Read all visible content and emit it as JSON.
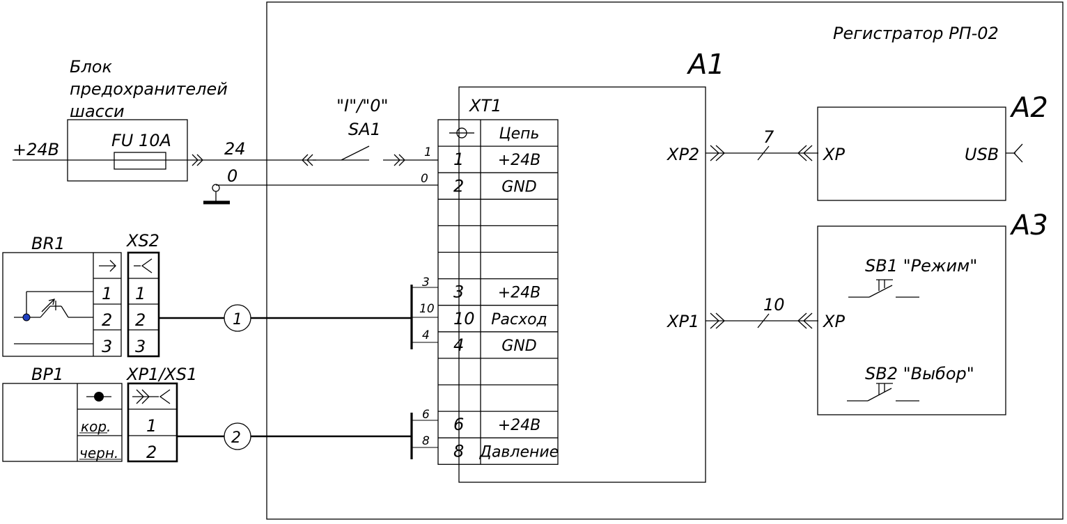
{
  "device": {
    "title": "Регистратор РП-02",
    "a1": "A1",
    "a2": "A2",
    "a3": "A3"
  },
  "fuse_block": {
    "title_lines": [
      "Блок",
      "предохранителей",
      "шасси"
    ],
    "fuse_label": "FU 10A",
    "supply": "+24В"
  },
  "wires": {
    "w24": "24",
    "w0": "0",
    "n7": "7",
    "n10": "10"
  },
  "switch": {
    "states": "\"I\"/\"0\"",
    "name": "SA1",
    "pin1": "1",
    "pin0": "0"
  },
  "xt1": {
    "name": "XT1",
    "header": "Цепь",
    "rows": [
      {
        "num": "1",
        "circuit": "+24В"
      },
      {
        "num": "2",
        "circuit": "GND"
      },
      {
        "num": "",
        "circuit": ""
      },
      {
        "num": "",
        "circuit": ""
      },
      {
        "num": "",
        "circuit": ""
      },
      {
        "num": "3",
        "circuit": "+24В"
      },
      {
        "num": "10",
        "circuit": "Расход"
      },
      {
        "num": "4",
        "circuit": "GND"
      },
      {
        "num": "",
        "circuit": ""
      },
      {
        "num": "",
        "circuit": ""
      },
      {
        "num": "6",
        "circuit": "+24В"
      },
      {
        "num": "8",
        "circuit": "Давление"
      }
    ],
    "bus1_pins": [
      "3",
      "10",
      "4"
    ],
    "bus2_pins": [
      "6",
      "8"
    ]
  },
  "xp2": {
    "label": "XP2"
  },
  "xp1": {
    "label": "XP1"
  },
  "a2_block": {
    "xp": "XP",
    "usb": "USB"
  },
  "a3_block": {
    "xp": "XP",
    "sb1": "SB1 \"Режим\"",
    "sb2": "SB2 \"Выбор\""
  },
  "br1": {
    "name": "BR1",
    "pins": [
      "1",
      "2",
      "3"
    ]
  },
  "xs2": {
    "name": "XS2",
    "pins": [
      "1",
      "2",
      "3"
    ]
  },
  "bp1": {
    "name": "BP1",
    "pins": [
      "кор.",
      "черн."
    ]
  },
  "xp1xs1": {
    "name": "XP1/XS1",
    "pins": [
      "1",
      "2"
    ]
  },
  "cables": {
    "c1": "1",
    "c2": "2"
  }
}
